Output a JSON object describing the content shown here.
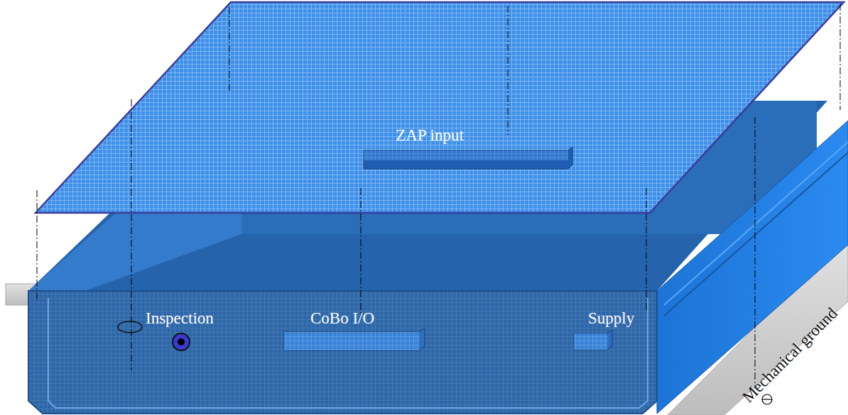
{
  "diagram": {
    "labels": [
      "ZAP input",
      "Inspection",
      "CoBo I/O",
      "Supply",
      "Mechanical ground"
    ]
  }
}
